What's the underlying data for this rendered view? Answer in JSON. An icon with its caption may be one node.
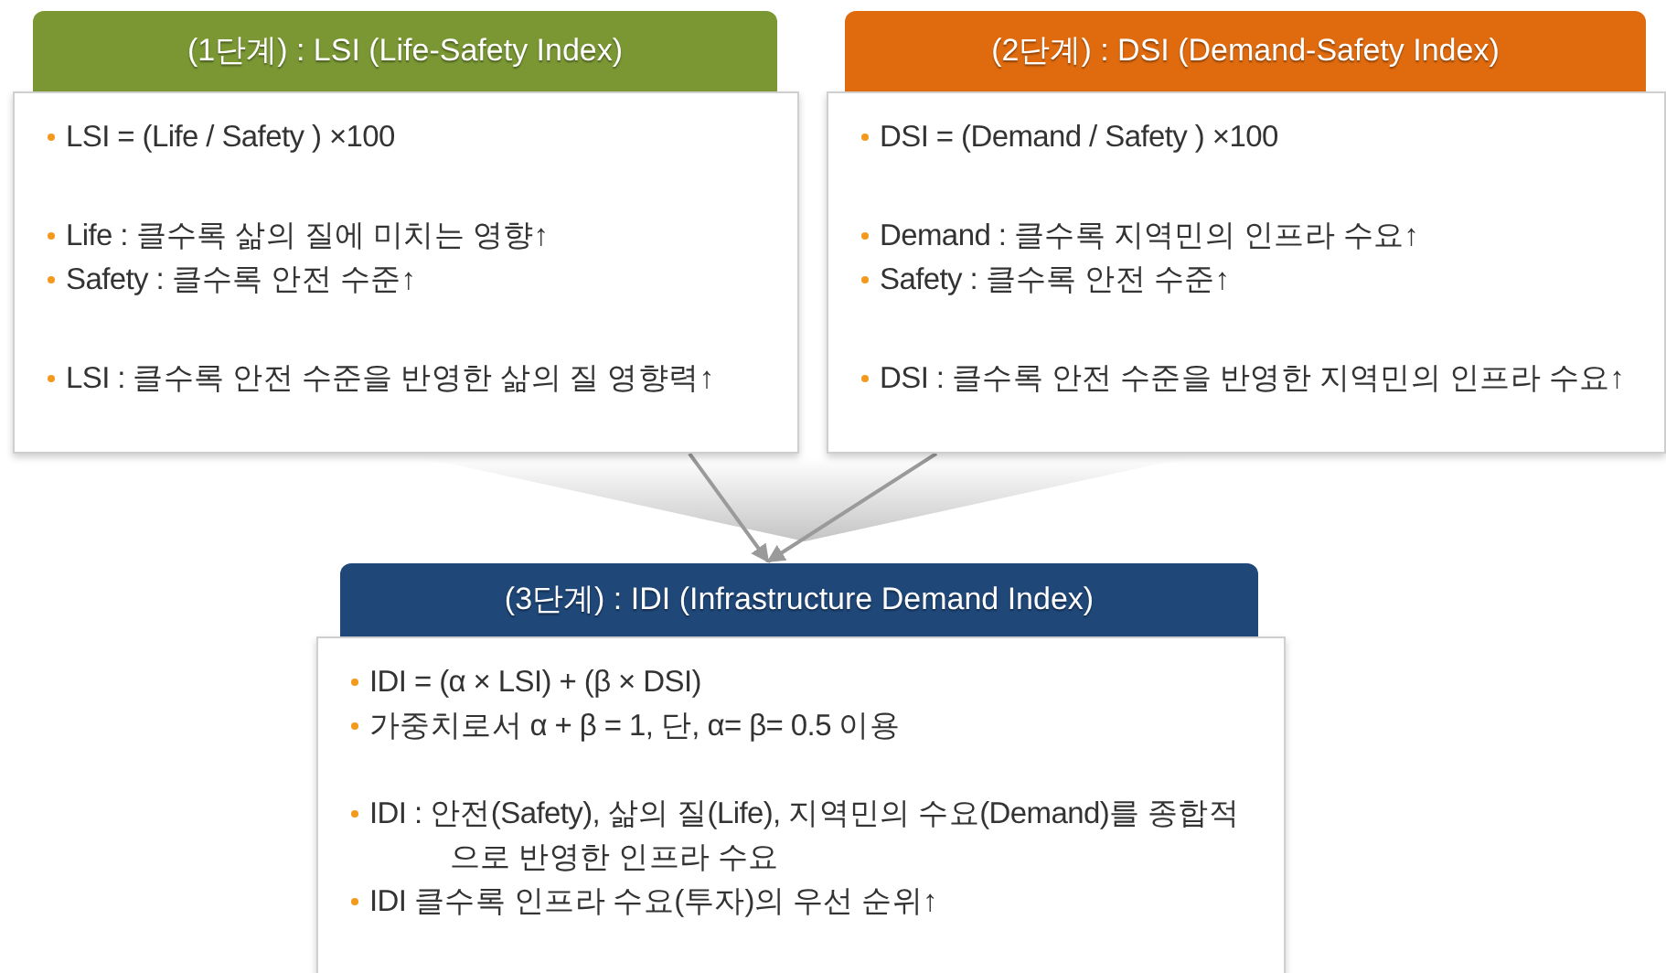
{
  "diagram": {
    "nodes": [
      {
        "text": [
          "(1단계) : LSI (Life-Safety Index)",
          "LSI = (Life / Safety ) ×100",
          "Life : 클수록 삶의 질에 미치는 영향↑",
          "Safety : 클수록 안전 수준↑",
          "LSI : 클수록 안전 수준을 반영한 삶의 질 영향력↑"
        ]
      },
      {
        "text": [
          "(2단계) : DSI (Demand-Safety Index)",
          "DSI = (Demand / Safety ) ×100",
          "Demand : 클수록 지역민의 인프라 수요↑",
          "Safety : 클수록 안전 수준↑",
          "DSI : 클수록 안전 수준을 반영한 지역민의 인프라 수요↑"
        ]
      },
      {
        "text": [
          "(3단계) : IDI (Infrastructure Demand Index)",
          "IDI = (α × LSI) + (β × DSI)",
          "가중치로서 α + β = 1, 단, α= β= 0.5 이용",
          "IDI : 안전(Safety), 삶의 질(Life), 지역민의 수요(Demand)를 종합적으로 반영한 인프라 수요",
          "IDI 클수록 인프라 수요(투자)의 우선 순위↑"
        ]
      }
    ],
    "edges": [
      {
        "from": 0,
        "to": 2,
        "arrow": "to"
      },
      {
        "from": 1,
        "to": 2,
        "arrow": "to"
      }
    ]
  }
}
